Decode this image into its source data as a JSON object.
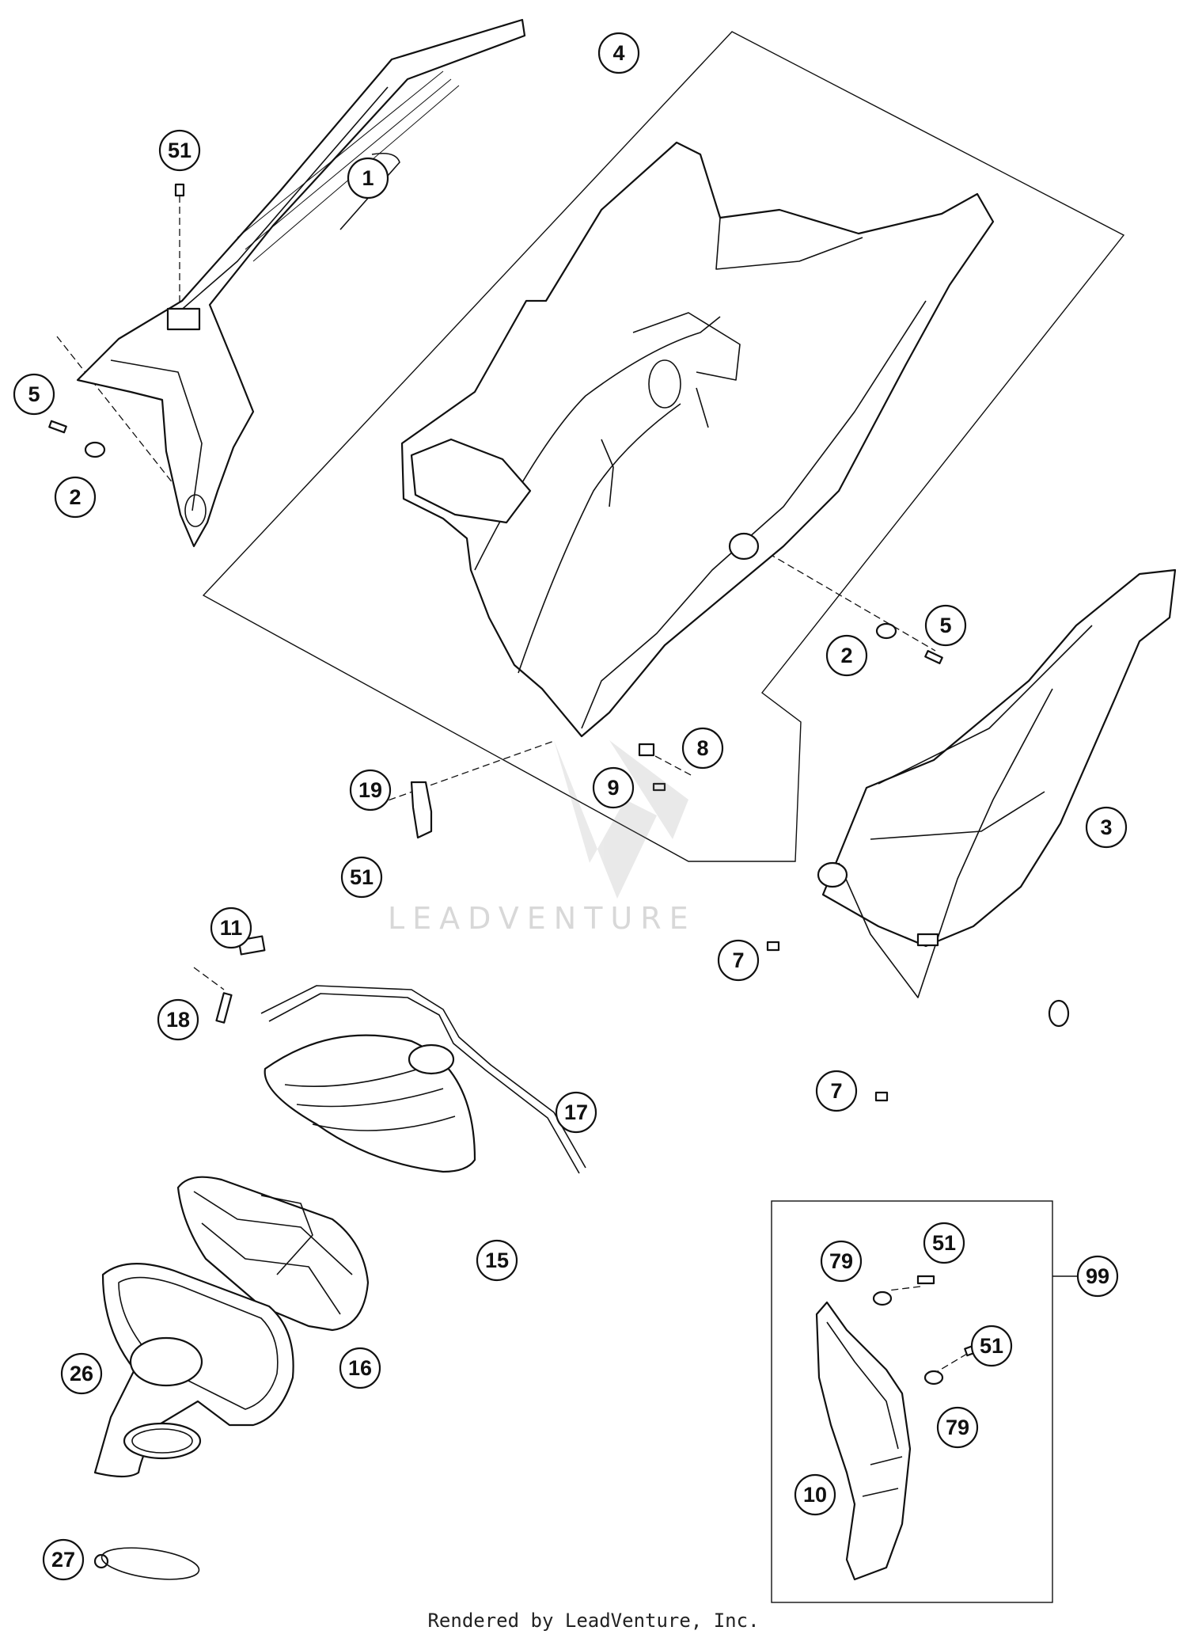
{
  "watermark": "LEADVENTURE",
  "footer": "Rendered by LeadVenture, Inc.",
  "callouts": {
    "c1": "1",
    "c2a": "2",
    "c2b": "2",
    "c3": "3",
    "c4": "4",
    "c5a": "5",
    "c5b": "5",
    "c7a": "7",
    "c7b": "7",
    "c8": "8",
    "c9": "9",
    "c10": "10",
    "c11": "11",
    "c15": "15",
    "c16": "16",
    "c17": "17",
    "c18": "18",
    "c19": "19",
    "c26": "26",
    "c27": "27",
    "c51a": "51",
    "c51b": "51",
    "c51c": "51",
    "c51d": "51",
    "c79a": "79",
    "c79b": "79",
    "c99": "99"
  },
  "icons": {
    "watermark_logo": "leadventure-logo-icon"
  }
}
